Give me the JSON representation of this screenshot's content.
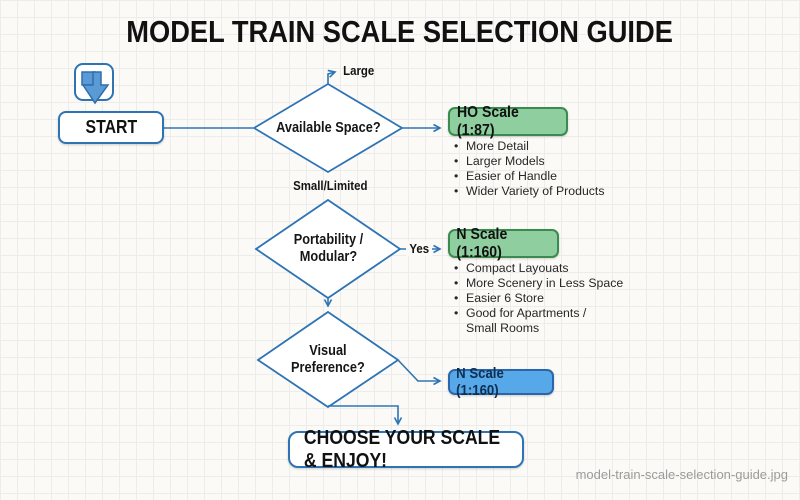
{
  "colors": {
    "page_bg": "#fbfaf7",
    "grid_line": "#ececea",
    "line_color": "#2e74b5",
    "green_fill": "#8fce9e",
    "green_border": "#3b8a4f",
    "blue_fill": "#57a8e8",
    "blue_border": "#2b66ab",
    "blue_box_text": "#0e2f52",
    "bullet_color": "#272727",
    "watermark_color": "#9b9b9b",
    "icon_fill": "#5b9bd5",
    "icon_stroke": "#2d6fae"
  },
  "header": {
    "title": "MODEL TRAIN SCALE SELECTION GUIDE"
  },
  "flow": {
    "start_label": "START",
    "end_label": "CHOOSE YOUR SCALE & ENJOY!",
    "decisions": [
      {
        "question": "Available Space?",
        "branch_top": "Large",
        "branch_bottom": "Small/Limited"
      },
      {
        "question": "Portability /\nModular?",
        "branch_right": "Yes"
      },
      {
        "question": "Visual\nPreference?"
      }
    ],
    "outcomes": [
      {
        "label": "HO Scale (1:87)",
        "style": "green",
        "bullets": [
          "More Detail",
          "Larger Models",
          "Easier of Handle",
          "Wider Variety of Products"
        ]
      },
      {
        "label": "N Scale (1:160)",
        "style": "green",
        "bullets": [
          "Compact Layouats",
          "More Scenery in Less Space",
          "Easier 6 Store",
          "Good for Apartments /\nSmall Rooms"
        ]
      },
      {
        "label": "N Scale (1:160)",
        "style": "blue"
      }
    ]
  },
  "footer": {
    "filename": "model-train-scale-selection-guide.jpg"
  }
}
